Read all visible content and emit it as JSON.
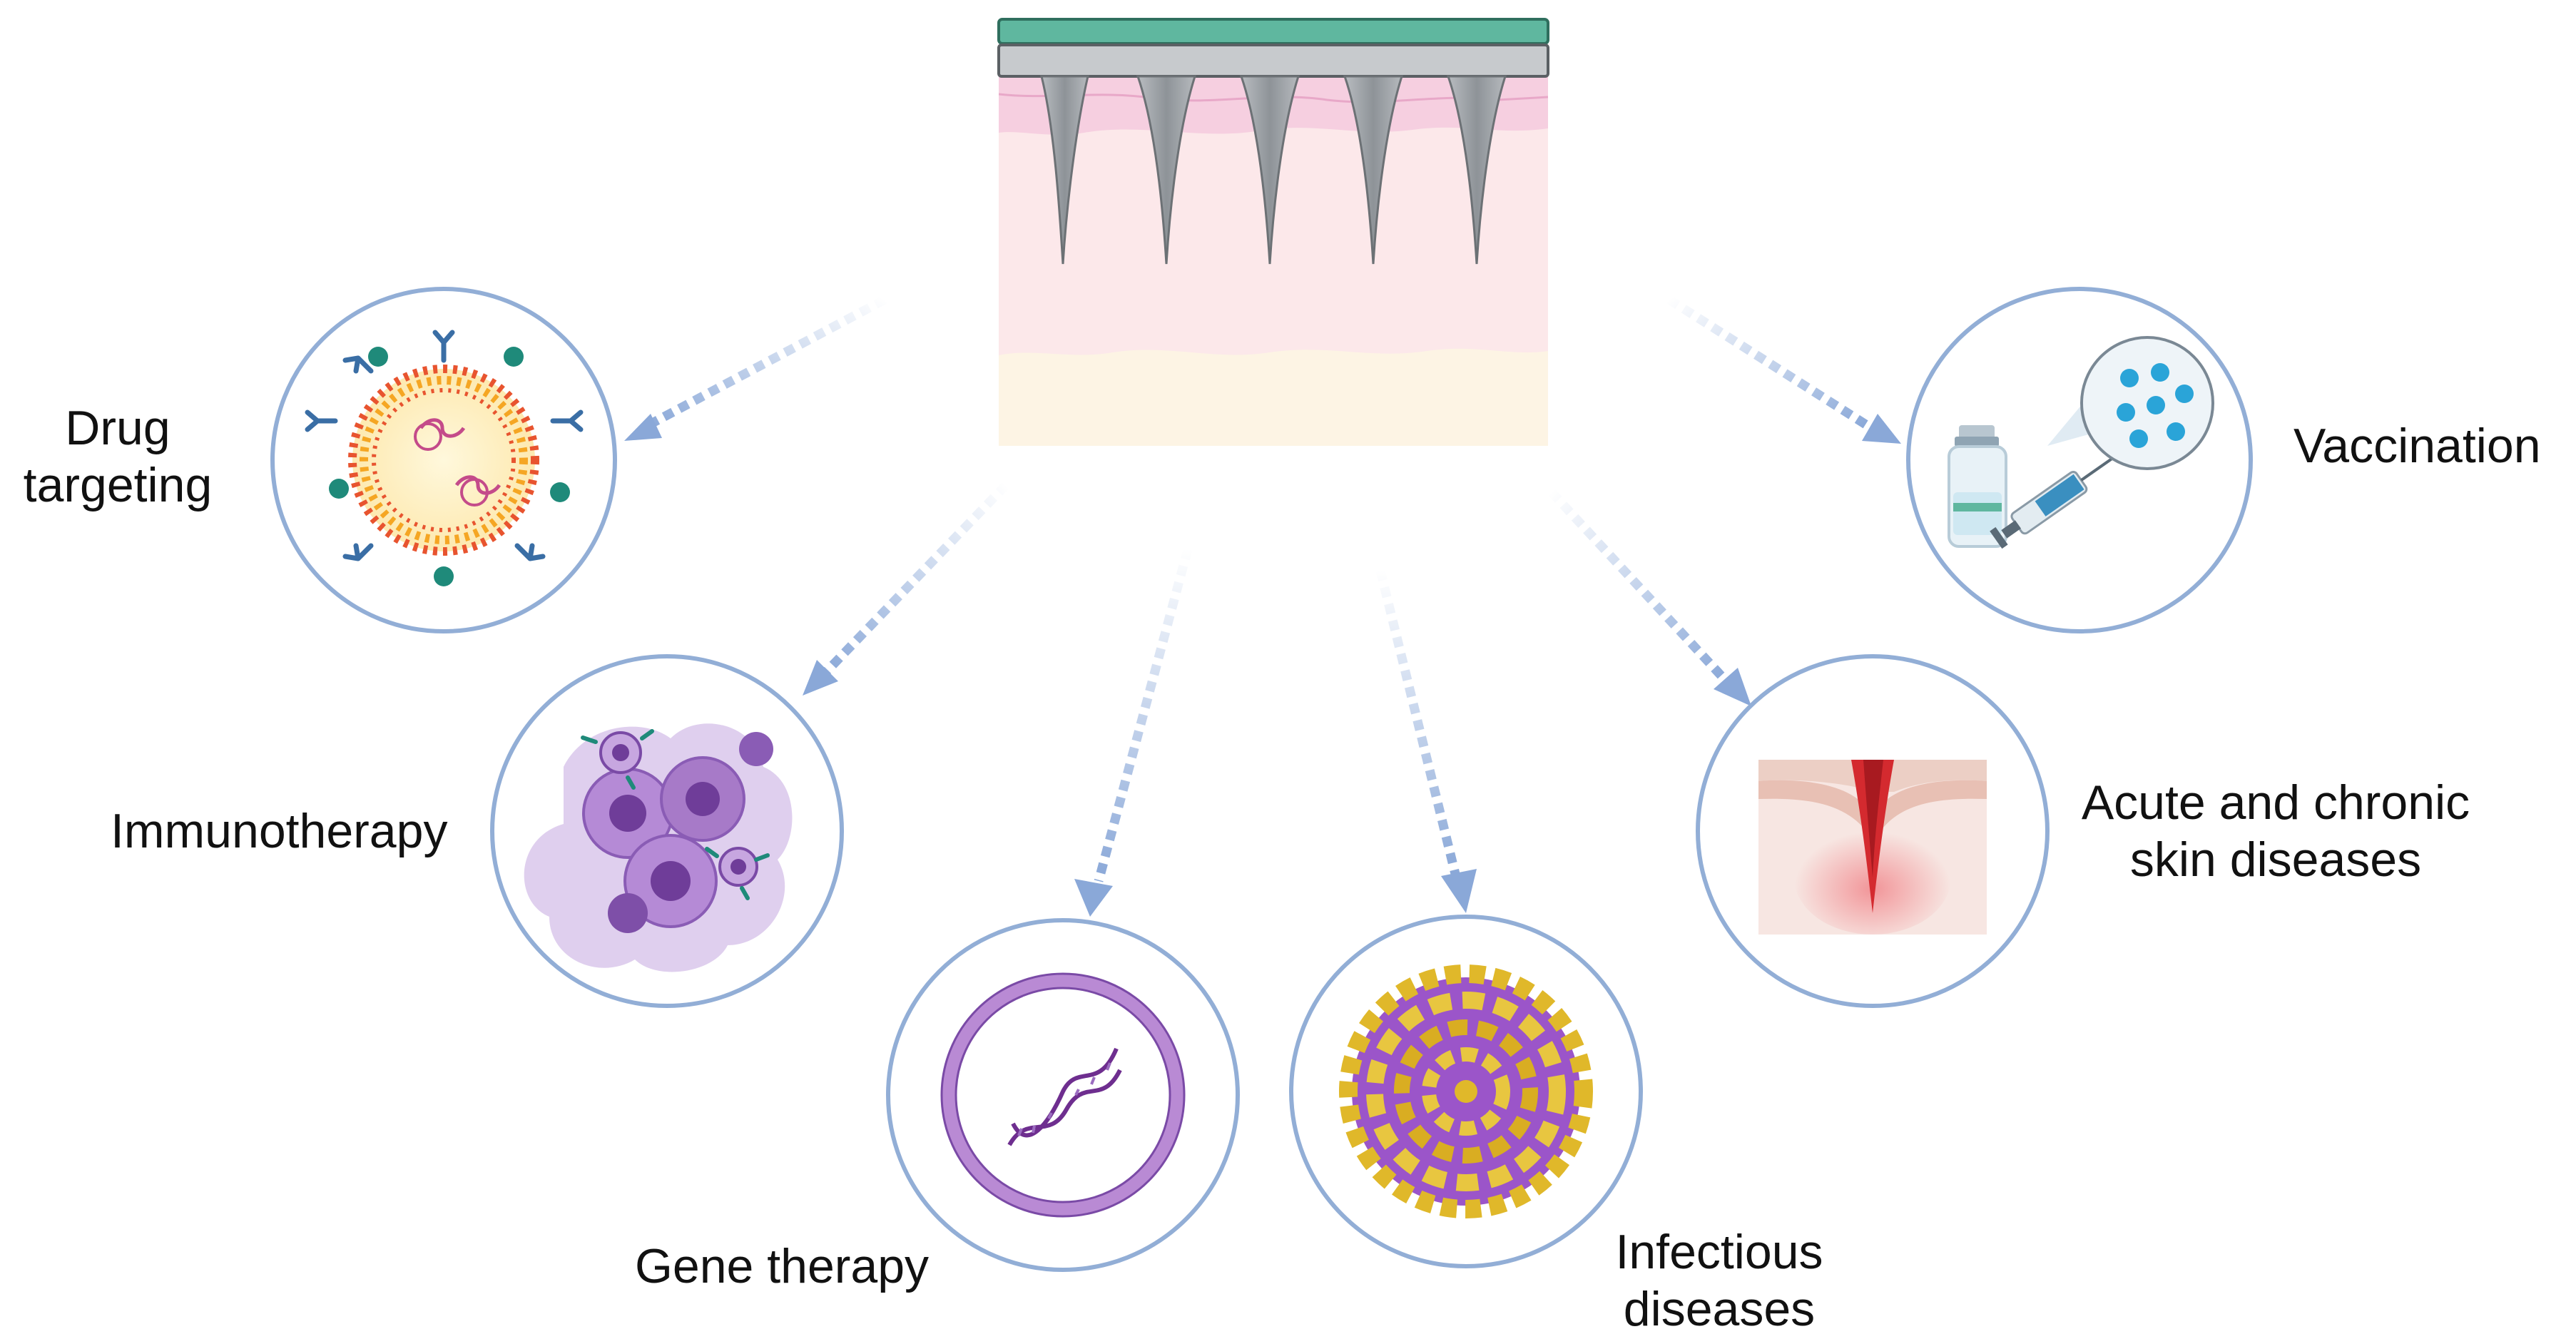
{
  "diagram": {
    "center": {
      "name": "microneedle patch in skin",
      "needle_count": 5
    },
    "nodes": [
      {
        "id": "drug-targeting",
        "lines": [
          "Drug",
          "targeting"
        ],
        "icon": "liposome-icon"
      },
      {
        "id": "immunotherapy",
        "lines": [
          "Immunotherapy"
        ],
        "icon": "immune-cells-icon"
      },
      {
        "id": "gene-therapy",
        "lines": [
          "Gene therapy"
        ],
        "icon": "dna-icon"
      },
      {
        "id": "infectious-diseases",
        "lines": [
          "Infectious",
          "diseases"
        ],
        "icon": "virus-icon"
      },
      {
        "id": "skin-diseases",
        "lines": [
          "Acute and chronic",
          "skin diseases"
        ],
        "icon": "skin-wound-icon"
      },
      {
        "id": "vaccination",
        "lines": [
          "Vaccination"
        ],
        "icon": "vaccine-syringe-icon"
      }
    ],
    "colors": {
      "circle_stroke": "#92aed6",
      "arrow": "#8aa8d8",
      "patch_top": "#5fb79f",
      "needle": "#9a9ea3",
      "epidermis": "#f6cfe0",
      "dermis": "#fce8ea",
      "hypodermis": "#fdf4e4",
      "wound": "#d42a2f",
      "virus_gold": "#e0b82a",
      "virus_purple": "#9b55c9",
      "dna": "#6e2e8f",
      "ring": "#b98ad4",
      "cell_purple": "#a77ac8"
    }
  }
}
